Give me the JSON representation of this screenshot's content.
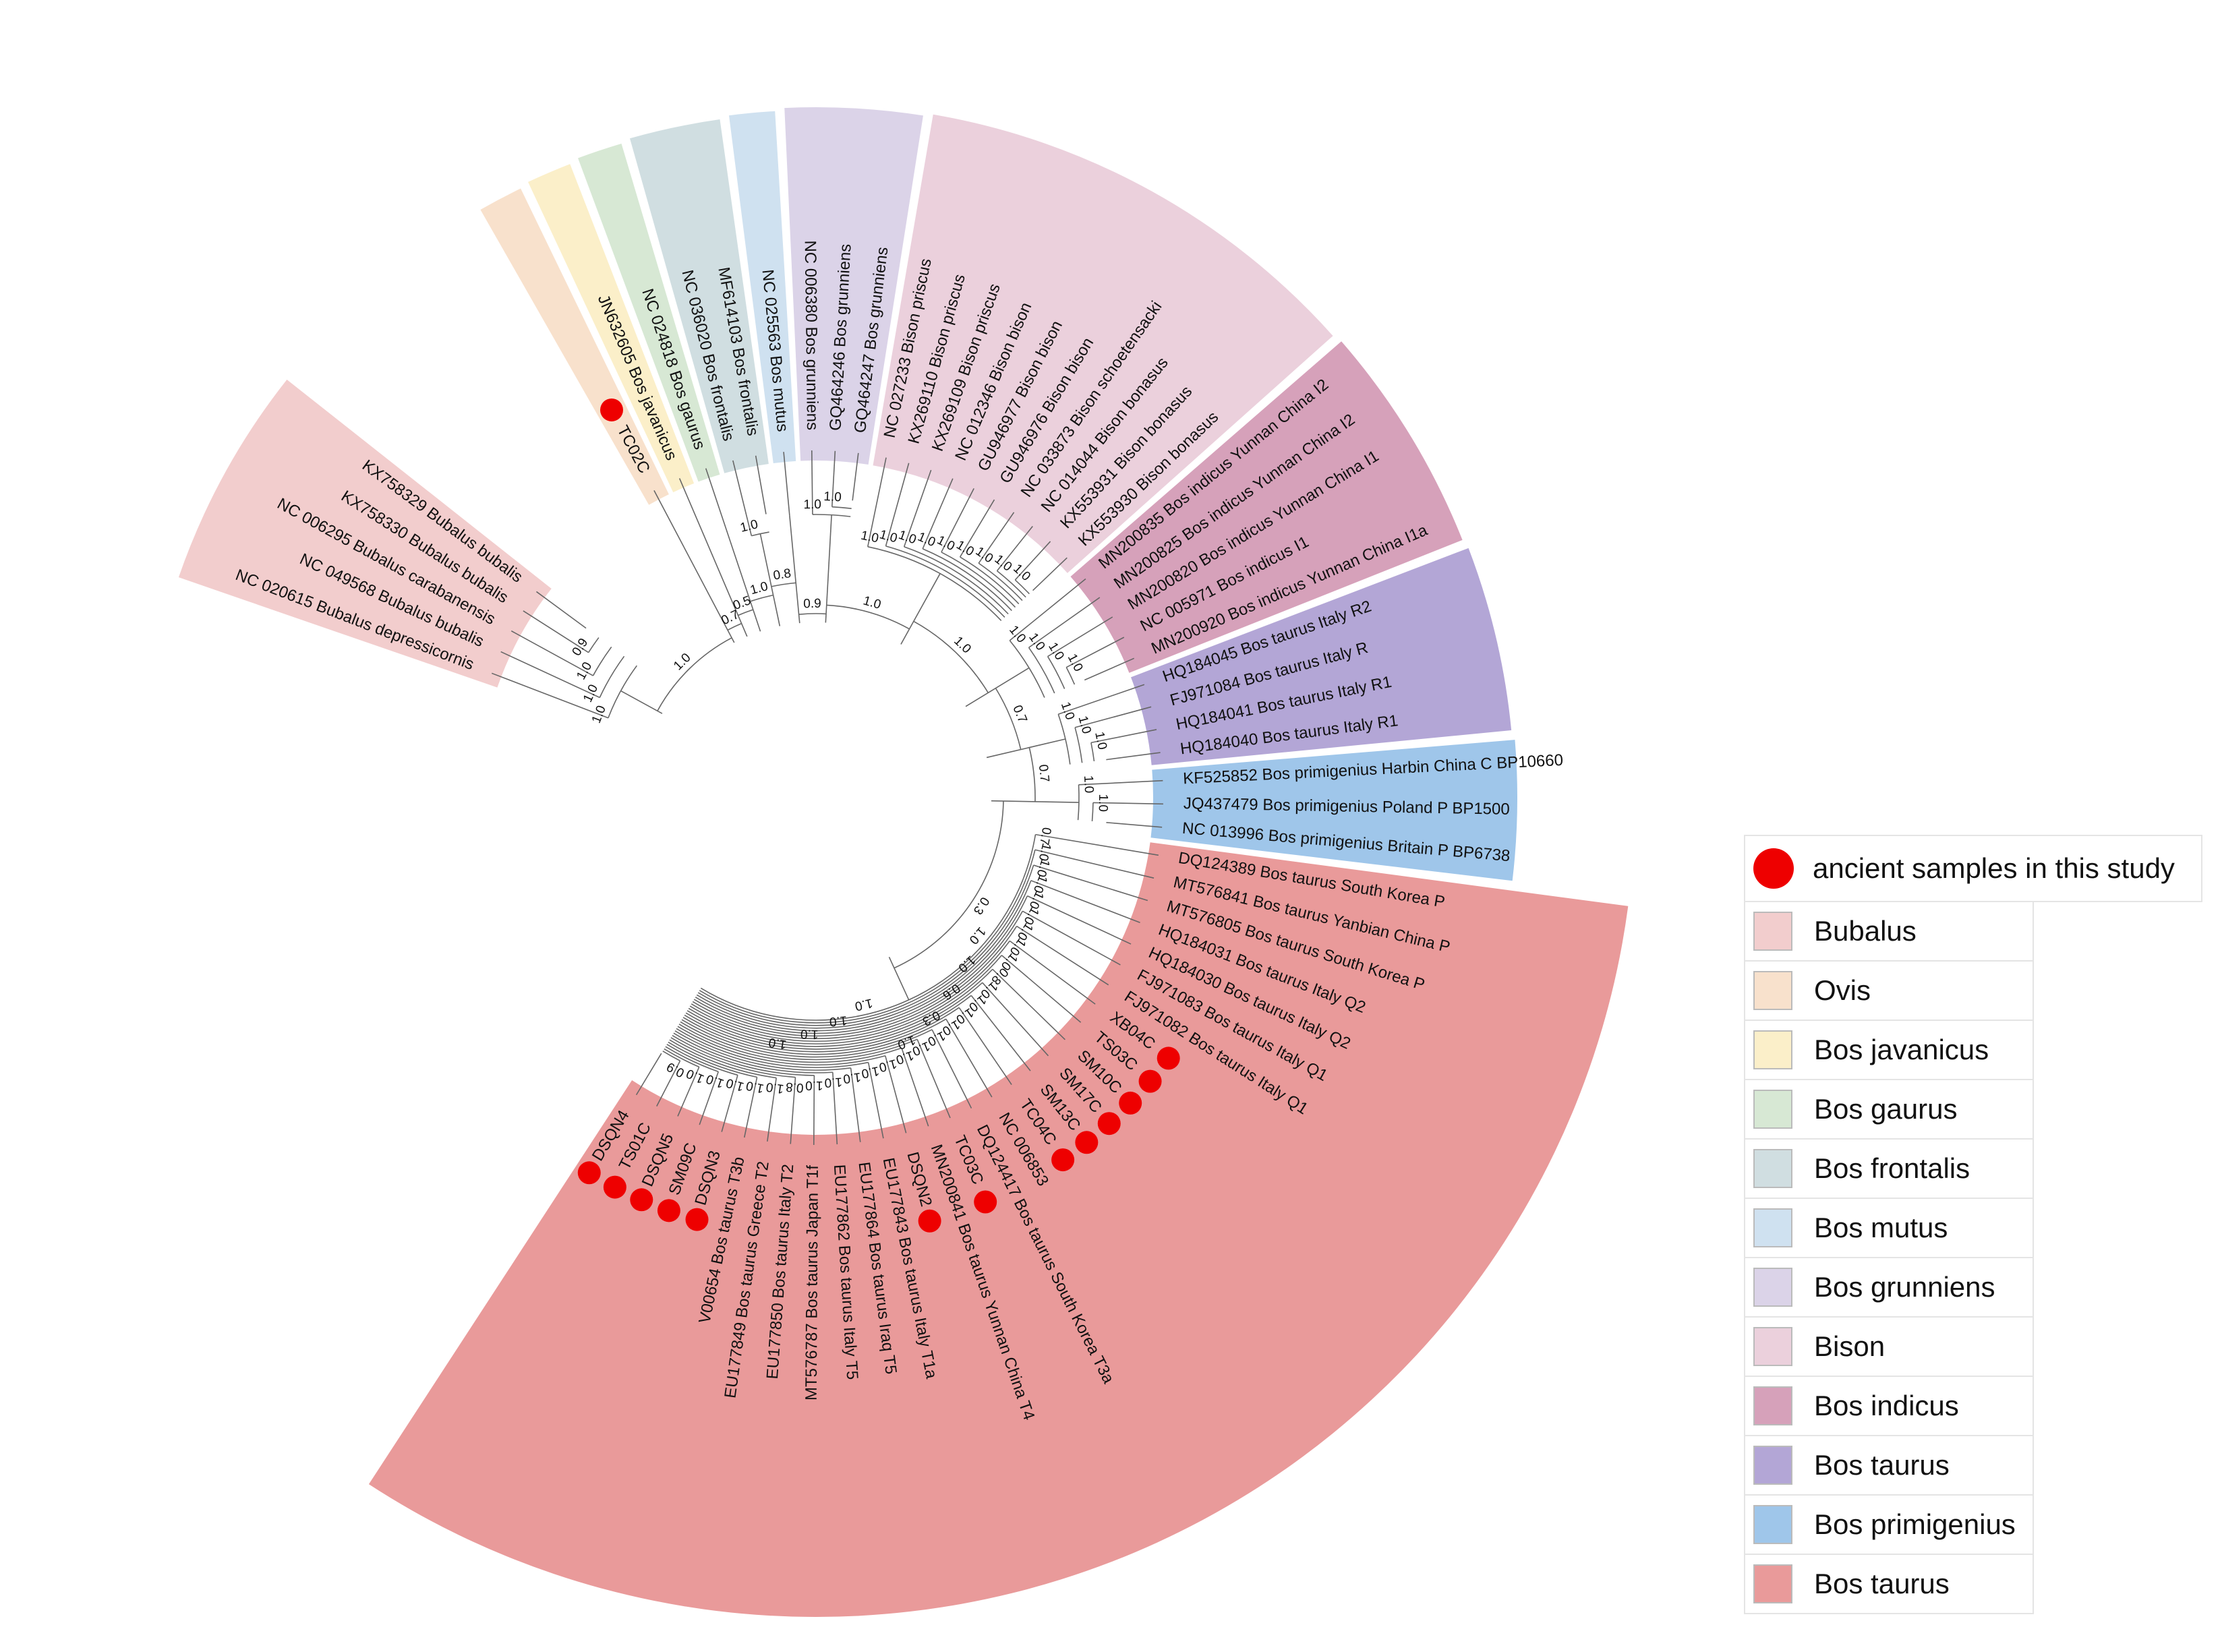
{
  "clades": [
    {
      "name": "Bubalus",
      "color": "#f2cdcd",
      "tips": [
        "NC 020615 Bubalus depressicornis",
        "NC 049568 Bubalus bubalis",
        "NC 006295 Bubalus carabanensis",
        "KX758330 Bubalus bubalis",
        "KX758329 Bubalus bubalis"
      ]
    },
    {
      "name": "Ovis",
      "color": "#f8e1cc",
      "tips": [
        "TC02C"
      ]
    },
    {
      "name": "Bos javanicus",
      "color": "#fbefc9",
      "tips": [
        "JN632605 Bos javanicus"
      ]
    },
    {
      "name": "Bos gaurus",
      "color": "#d7e8d4",
      "tips": [
        "NC 024818 Bos gaurus"
      ]
    },
    {
      "name": "Bos frontalis",
      "color": "#d0dee1",
      "tips": [
        "NC 036020 Bos frontalis",
        "MF614103 Bos frontalis"
      ]
    },
    {
      "name": "Bos mutus",
      "color": "#cfe1f0",
      "tips": [
        "NC 025563 Bos mutus"
      ]
    },
    {
      "name": "Bos grunniens",
      "color": "#dbd3e8",
      "tips": [
        "NC 006380 Bos grunniens",
        "GQ464246 Bos grunniens",
        "GQ464247 Bos grunniens"
      ]
    },
    {
      "name": "Bison",
      "color": "#ebd0dc",
      "tips": [
        "NC 027233 Bison priscus",
        "KX269110 Bison priscus",
        "KX269109 Bison priscus",
        "NC 012346 Bison bison",
        "GU946977 Bison bison",
        "GU946976 Bison bison",
        "NC 033873 Bison schoetensacki",
        "NC 014044 Bison bonasus",
        "KX553931 Bison bonasus",
        "KX553930 Bison bonasus"
      ]
    },
    {
      "name": "Bos indicus",
      "color": "#d6a1ba",
      "tips": [
        "MN200835 Bos indicus Yunnan China I2",
        "MN200825 Bos indicus Yunnan China I2",
        "MN200820 Bos indicus Yunnan China I1",
        "NC 005971 Bos indicus I1",
        "MN200920 Bos indicus Yunnan China I1a"
      ]
    },
    {
      "name": "Bos taurus",
      "color": "#b3a6d6",
      "tips": [
        "HQ184045 Bos taurus Italy R2",
        "FJ971084 Bos taurus Italy R",
        "HQ184041 Bos taurus Italy R1",
        "HQ184040 Bos taurus Italy R1"
      ]
    },
    {
      "name": "Bos primigenius",
      "color": "#9fc6ea",
      "tips": [
        "KF525852 Bos primigenius Harbin China C BP10660",
        "JQ437479 Bos primigenius Poland P BP1500",
        "NC 013996 Bos primigenius Britain P BP6738"
      ]
    },
    {
      "name": "Bos taurus",
      "color": "#e99a9a",
      "tips": [
        "DQ124389 Bos taurus South Korea P",
        "MT576841 Bos taurus Yanbian China P",
        "MT576805 Bos taurus South Korea P",
        "HQ184031 Bos taurus Italy Q2",
        "HQ184030 Bos taurus Italy Q2",
        "FJ971083 Bos taurus Italy Q1",
        "FJ971082 Bos taurus Italy Q1",
        "XB04C",
        "TS03C",
        "SM10C",
        "SM17C",
        "SM13C",
        "TC04C",
        "NC 006853",
        "DQ124417 Bos taurus South Korea T3a",
        "TC03C",
        "MN200841 Bos taurus Yunnan China T4",
        "DSQN2",
        "EU177843 Bos taurus Italy T1a",
        "EU177864 Bos taurus Iraq T5",
        "EU177862 Bos taurus Italy T5",
        "MT576787 Bos taurus Japan T1f",
        "EU177850 Bos taurus Italy T2",
        "EU177849 Bos taurus Greece T2",
        "V00654 Bos taurus T3b",
        "DSQN3",
        "SM09C",
        "DSQN5",
        "TS01C",
        "DSQN4"
      ]
    }
  ],
  "ancient_samples": [
    "TC02C",
    "DSQN4",
    "TS01C",
    "DSQN5",
    "SM09C",
    "DSQN3",
    "DSQN2",
    "TC03C",
    "TC04C",
    "SM13C",
    "SM17C",
    "SM10C",
    "TS03C",
    "XB04C"
  ],
  "support_values": [
    "1.0",
    "1.0",
    "0.9",
    "1.0",
    "1.0",
    "1.0",
    "1.0",
    "1.0",
    "1.0",
    "1.0",
    "1.0",
    "1.0",
    "1.0",
    "1.0",
    "1.0",
    "1.0",
    "1.0",
    "1.0",
    "1.0",
    "1.0",
    "1.0",
    "1.0",
    "1.0",
    "1.0",
    "1.0",
    "1.0",
    "1.0",
    "1.0",
    "1.0",
    "1.0",
    "1.0",
    "1.0",
    "1.0",
    "0.8",
    "1.0",
    "1.0",
    "1.0",
    "1.0",
    "1.0",
    "1.0",
    "1.0",
    "1.0",
    "1.0",
    "1.0",
    "1.0",
    "1.0",
    "0.8",
    "1.0",
    "1.0",
    "1.0",
    "1.0",
    "1.0",
    "0.9",
    "0.7",
    "1.0",
    "0.7",
    "0.5",
    "1.0",
    "0.8",
    "0.9",
    "1.0",
    "1.0",
    "0.7",
    "0.7",
    "0.3",
    "1.0",
    "1.0",
    "0.6",
    "0.3",
    "1.0",
    "1.0",
    "1.0",
    "1.0",
    "1.0"
  ],
  "legend": {
    "marker_label": "ancient samples in this study",
    "marker_color": "#ee0000",
    "items": [
      {
        "label": "Bubalus",
        "color": "#f2cdcd"
      },
      {
        "label": "Ovis",
        "color": "#f8e1cc"
      },
      {
        "label": "Bos javanicus",
        "color": "#fbefc9"
      },
      {
        "label": "Bos gaurus",
        "color": "#d7e8d4"
      },
      {
        "label": "Bos frontalis",
        "color": "#d0dee1"
      },
      {
        "label": "Bos mutus",
        "color": "#cfe1f0"
      },
      {
        "label": "Bos grunniens",
        "color": "#dbd3e8"
      },
      {
        "label": "Bison",
        "color": "#ebd0dc"
      },
      {
        "label": "Bos indicus",
        "color": "#d6a1ba"
      },
      {
        "label": "Bos taurus",
        "color": "#b3a6d6"
      },
      {
        "label": "Bos primigenius",
        "color": "#9fc6ea"
      },
      {
        "label": "Bos taurus",
        "color": "#e99a9a"
      }
    ]
  }
}
